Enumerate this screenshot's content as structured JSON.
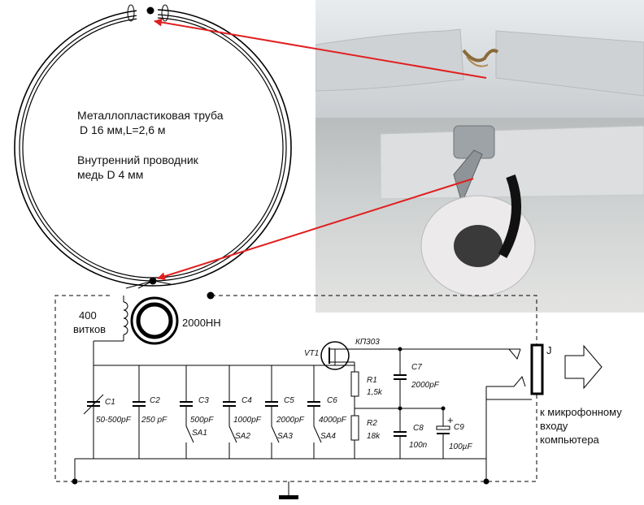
{
  "loop_text": {
    "line1": "Металлопластиковая труба",
    "line2": "D 16 мм,L=2,6 м",
    "line3": "Внутренний проводник",
    "line4": "медь  D 4 мм"
  },
  "coil": {
    "turns": "400",
    "turns_word": "витков",
    "ferrite": "2000НН"
  },
  "transistor": {
    "ref": "VT1",
    "type": "КП303"
  },
  "jack": {
    "ref": "J",
    "desc1": "к микрофонному",
    "desc2": "входу",
    "desc3": "компьютера"
  },
  "capacitors": [
    {
      "ref": "C1",
      "value": "50-500pF"
    },
    {
      "ref": "C2",
      "value": "250 pF"
    },
    {
      "ref": "C3",
      "value": "500pF",
      "switch": "SA1"
    },
    {
      "ref": "C4",
      "value": "1000pF",
      "switch": "SA2"
    },
    {
      "ref": "C5",
      "value": "2000pF",
      "switch": "SA3"
    },
    {
      "ref": "C6",
      "value": "4000pF",
      "switch": "SA4"
    }
  ],
  "c7": {
    "ref": "C7",
    "value": "2000pF"
  },
  "c8": {
    "ref": "C8",
    "value": "100n"
  },
  "c9": {
    "ref": "C9",
    "value": "100µF",
    "polarity": "+"
  },
  "r1": {
    "ref": "R1",
    "value": "1,5k"
  },
  "r2": {
    "ref": "R2",
    "value": "18k"
  },
  "colors": {
    "arrow": "#e02020",
    "line": "#000000"
  }
}
